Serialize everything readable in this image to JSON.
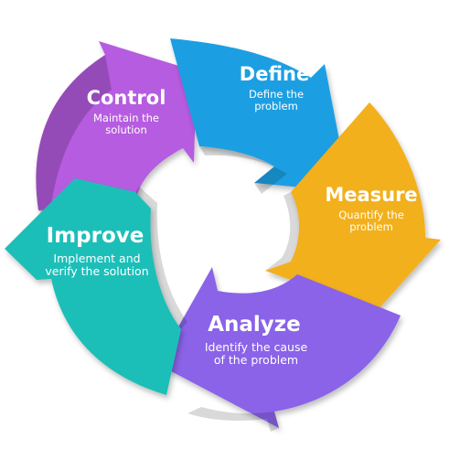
{
  "stages": [
    {
      "name": "Define",
      "description_lines": [
        "Define the",
        "problem"
      ],
      "color": "#1E9FE2",
      "icon": "circular-arrow-segment"
    },
    {
      "name": "Measure",
      "description_lines": [
        "Quantify the",
        "problem"
      ],
      "color": "#F2B01E",
      "icon": "circular-arrow-segment"
    },
    {
      "name": "Analyze",
      "description_lines": [
        "Identify the cause",
        "of the problem"
      ],
      "color": "#8A63E8",
      "icon": "circular-arrow-segment"
    },
    {
      "name": "Improve",
      "description_lines": [
        "Implement and",
        "verify the solution"
      ],
      "color": "#1EBFB8",
      "icon": "circular-arrow-segment"
    },
    {
      "name": "Control",
      "description_lines": [
        "Maintain the",
        "solution"
      ],
      "color": "#B65CE0",
      "icon": "circular-arrow-segment"
    }
  ]
}
